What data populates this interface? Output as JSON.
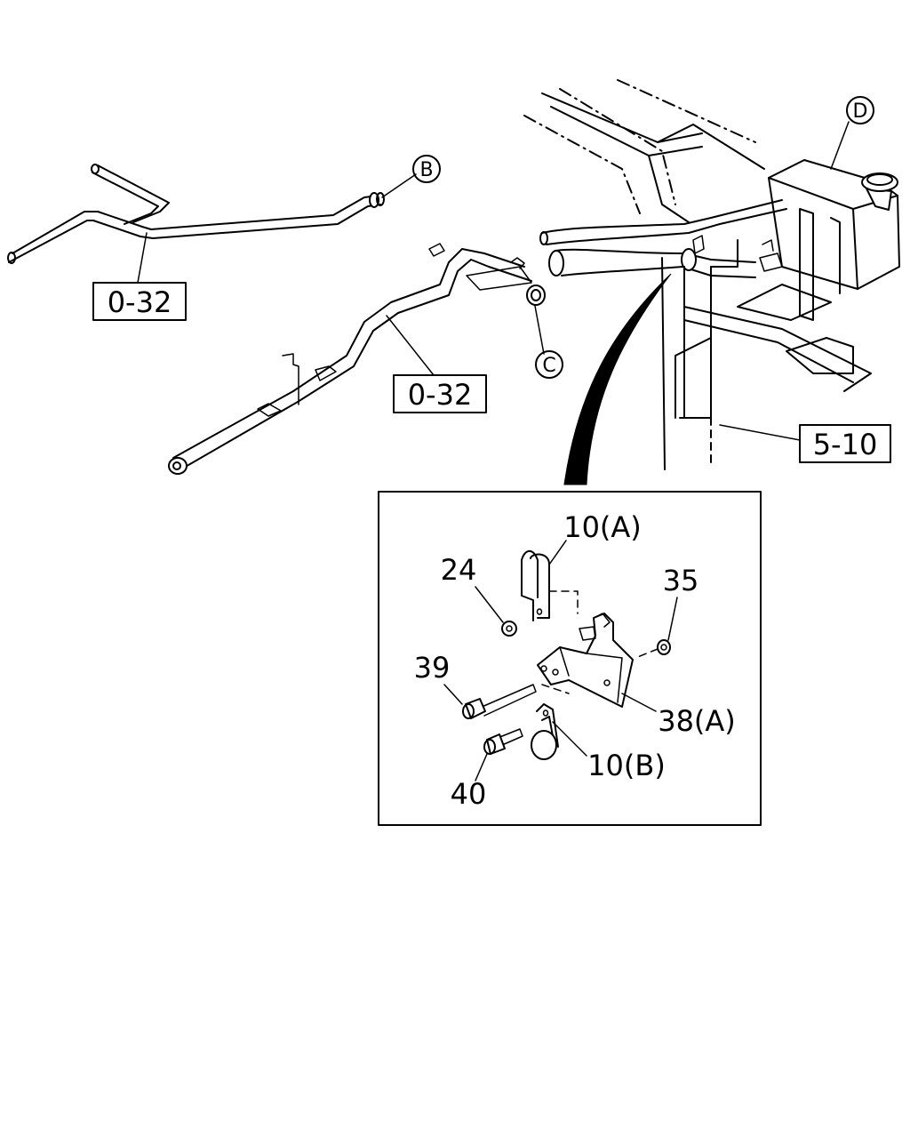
{
  "callouts": {
    "b": "B",
    "c": "C",
    "d": "D"
  },
  "refs": {
    "ref_top": "0-32",
    "ref_mid": "0-32",
    "ref_right": "5-10"
  },
  "parts": {
    "p10a": "10(A)",
    "p24": "24",
    "p35": "35",
    "p39": "39",
    "p38a": "38(A)",
    "p10b": "10(B)",
    "p40": "40"
  }
}
